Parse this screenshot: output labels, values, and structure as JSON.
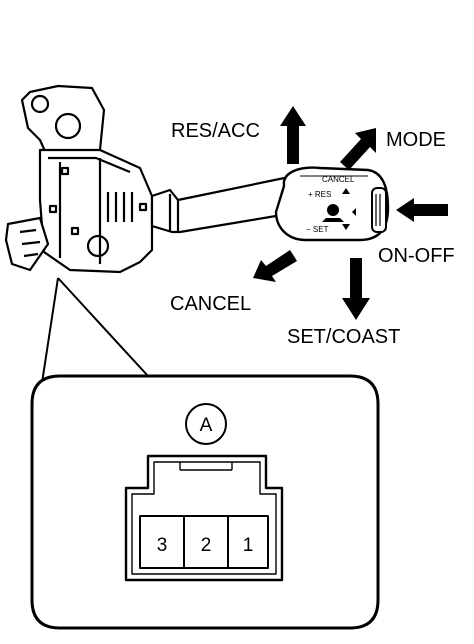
{
  "labels": {
    "res_acc": "RES/ACC",
    "mode": "MODE",
    "on_off": "ON-OFF",
    "cancel": "CANCEL",
    "set_coast": "SET/COAST"
  },
  "switch_face": {
    "cancel": "CANCEL",
    "res": "+ RES",
    "set": "− SET"
  },
  "connector": {
    "callout": "A",
    "pins": [
      "3",
      "2",
      "1"
    ]
  }
}
